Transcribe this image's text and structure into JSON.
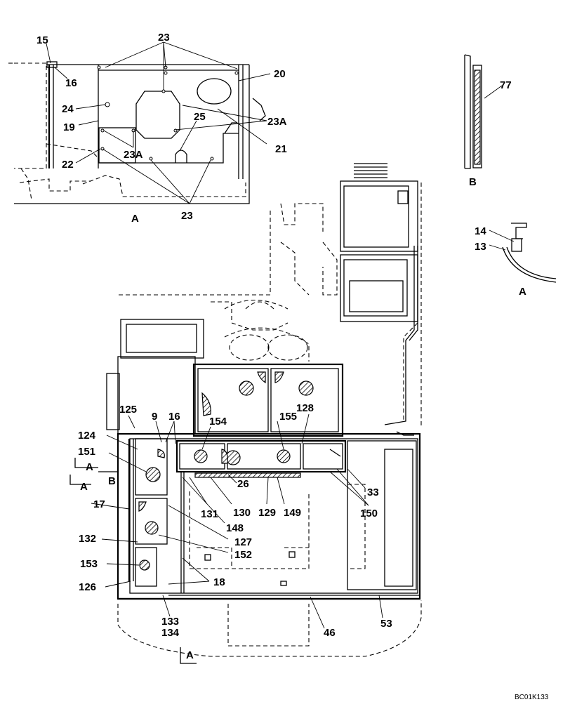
{
  "callouts": {
    "c15": "15",
    "c16a": "16",
    "c23a": "23",
    "c20": "20",
    "c24": "24",
    "c19": "19",
    "c25": "25",
    "c23A1": "23A",
    "c21": "21",
    "c22": "22",
    "c23A2": "23A",
    "c23b": "23",
    "viewA1": "A",
    "c77": "77",
    "viewB": "B",
    "c14": "14",
    "c13": "13",
    "viewA2": "A",
    "c125": "125",
    "c9": "9",
    "c16b": "16",
    "c154": "154",
    "c155": "155",
    "c128": "128",
    "c124": "124",
    "c151": "151",
    "secA1": "A",
    "secB": "B",
    "secA2": "A",
    "c17": "17",
    "c26": "26",
    "c33": "33",
    "c131": "131",
    "c130": "130",
    "c129": "129",
    "c149": "149",
    "c150": "150",
    "c148": "148",
    "c127": "127",
    "c132": "132",
    "c152": "152",
    "c153": "153",
    "c18": "18",
    "c126": "126",
    "c133": "133",
    "c134": "134",
    "c46": "46",
    "c53": "53",
    "secA3": "A",
    "drawing_code": "BC01K133"
  }
}
